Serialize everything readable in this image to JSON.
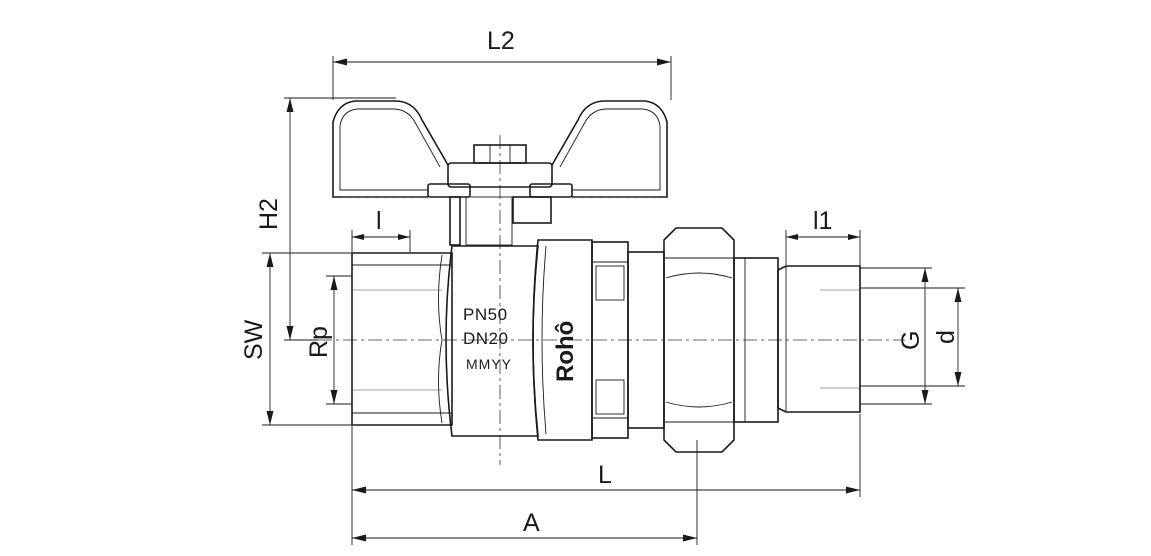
{
  "dimensions": {
    "L2": "L2",
    "H2": "H2",
    "l": "l",
    "l1": "l1",
    "SW": "SW",
    "Rp": "Rp",
    "G": "G",
    "d": "d",
    "L": "L",
    "A": "A"
  },
  "body_marking": {
    "pressure": "PN50",
    "size": "DN20",
    "date_code": "MMYY",
    "brand": "Rohô"
  },
  "colors": {
    "line": "#1a1a1a",
    "background": "#ffffff"
  }
}
